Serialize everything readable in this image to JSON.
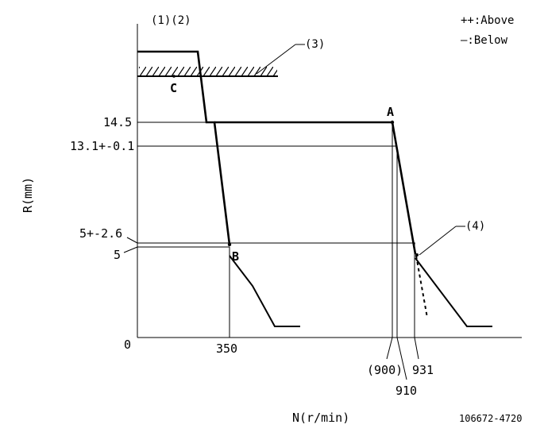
{
  "header": {
    "refs": "(1)(2)",
    "callout3": "(3)",
    "callout4": "(4)",
    "legend_above": "++:Above",
    "legend_below": "—:Below"
  },
  "axes": {
    "y_label": "R(mm)",
    "x_label": "N(r/min)",
    "origin": "0"
  },
  "y_ticks": {
    "t145": "14.5",
    "t131": "13.1+-0.1",
    "t5tol": "5+-2.6",
    "t5": "5"
  },
  "x_ticks": {
    "t350": "350",
    "t900": "(900)",
    "t910": "910",
    "t931": "931"
  },
  "points": {
    "A": "A",
    "B": "B",
    "C": "C"
  },
  "footer": {
    "drawing_number": "106672-4720"
  }
}
